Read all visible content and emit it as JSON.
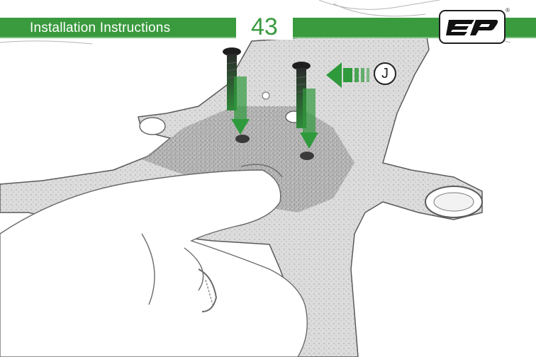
{
  "header": {
    "title": "Installation Instructions",
    "page_number": "43",
    "logo": "ep-logo",
    "registered_mark": "®",
    "band_color": "#3a9a3e"
  },
  "callout": {
    "label": "J"
  },
  "icons": [
    "screw-icon",
    "arrow-down-icon",
    "arrow-left-icon"
  ],
  "colors": {
    "accent_green": "#3a9a3e",
    "arrow_green": "#2f9a3c",
    "sketch_gray": "#8a8a8a"
  }
}
